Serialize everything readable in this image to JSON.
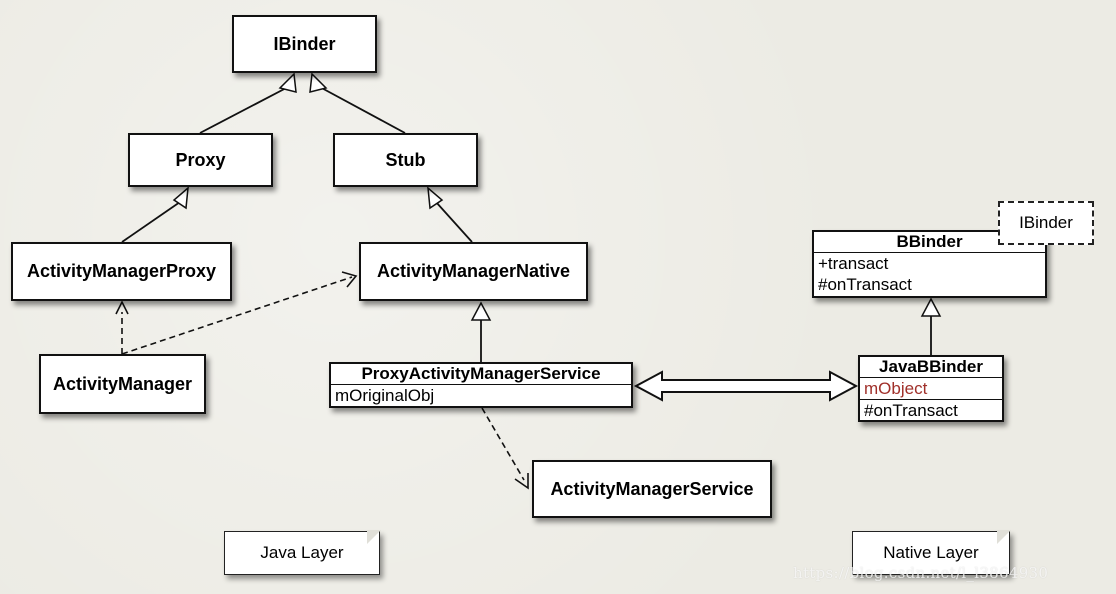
{
  "classes": {
    "ibinder": "IBinder",
    "proxy": "Proxy",
    "stub": "Stub",
    "activity_manager_proxy": "ActivityManagerProxy",
    "activity_manager_native": "ActivityManagerNative",
    "activity_manager": "ActivityManager",
    "activity_manager_service": "ActivityManagerService"
  },
  "proxy_ams": {
    "name": "ProxyActivityManagerService",
    "fields": [
      "mOriginalObj"
    ]
  },
  "bbinder": {
    "name": "BBinder",
    "methods": [
      "+transact",
      "#onTransact"
    ],
    "tag": "IBinder"
  },
  "java_bbinder": {
    "name": "JavaBBinder",
    "fields": [
      "mObject"
    ],
    "methods": [
      "#onTransact"
    ]
  },
  "notes": {
    "java_layer": "Java Layer",
    "native_layer": "Native Layer"
  },
  "watermark": "https://blog.csdn.net/l_l3864930",
  "colors": {
    "highlight_field": "#a0302a",
    "background": "#ecebe4"
  }
}
